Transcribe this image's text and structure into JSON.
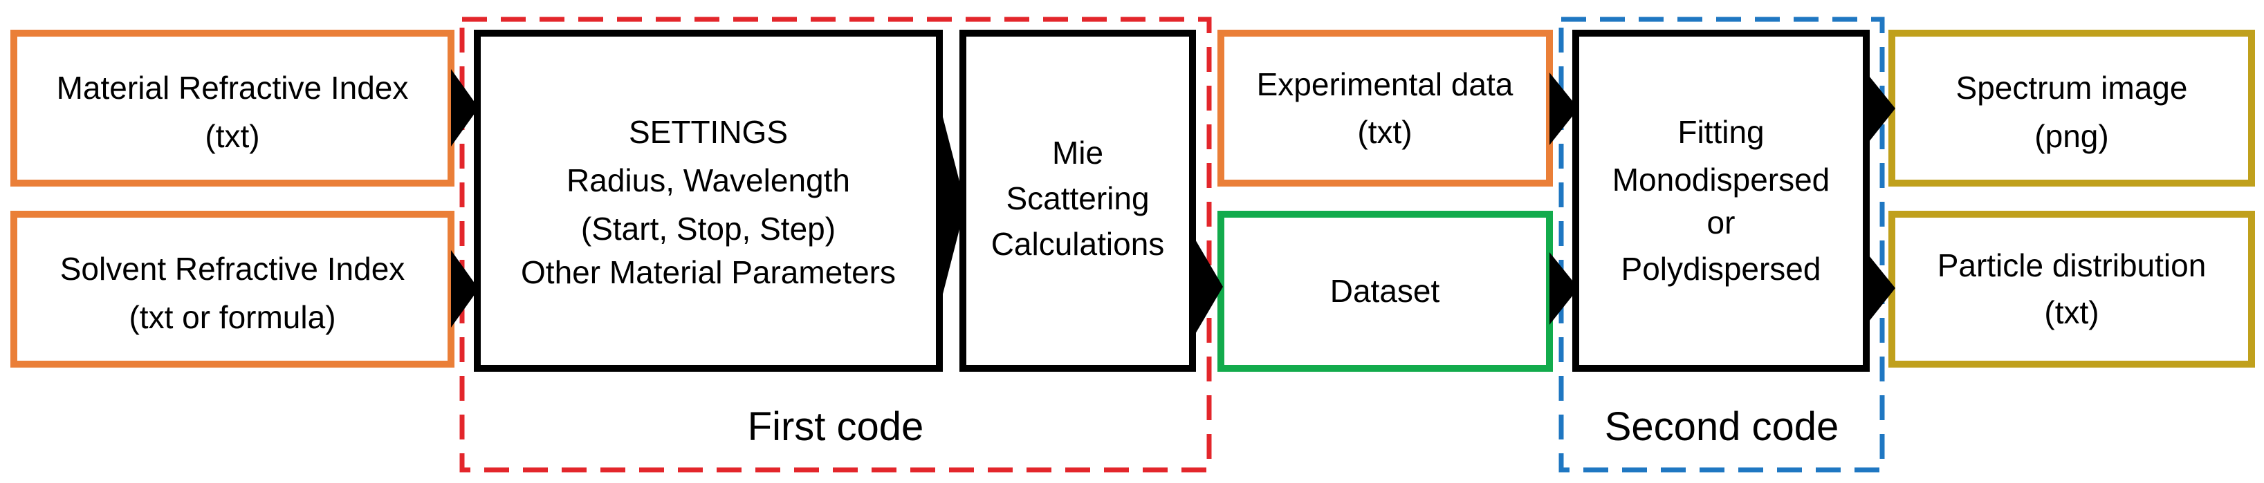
{
  "colors": {
    "input": "#ea7f38",
    "dataset": "#12ab4c",
    "output": "#c0a01c",
    "process": "#000000",
    "first_group": "#e3262b",
    "second_group": "#1f77c2",
    "arrow": "#000000"
  },
  "boxes": {
    "material_index": {
      "line1": "Material Refractive Index",
      "line2": "(txt)"
    },
    "solvent_index": {
      "line1": "Solvent Refractive Index",
      "line2": "(txt or formula)"
    },
    "settings": {
      "line1": "SETTINGS",
      "line2": "Radius, Wavelength",
      "line3": "(Start, Stop, Step)",
      "line4": "Other Material Parameters"
    },
    "mie": {
      "line1": "Mie",
      "line2": "Scattering",
      "line3": "Calculations"
    },
    "experimental": {
      "line1": "Experimental data",
      "line2": "(txt)"
    },
    "dataset": {
      "line1": "Dataset"
    },
    "fitting": {
      "line1": "Fitting",
      "line2": "Monodispersed",
      "line3": "or",
      "line4": "Polydispersed"
    },
    "spectrum": {
      "line1": "Spectrum image",
      "line2": "(png)"
    },
    "particle": {
      "line1": "Particle distribution",
      "line2": "(txt)"
    }
  },
  "groups": {
    "first": {
      "label": "First code"
    },
    "second": {
      "label": "Second code"
    }
  }
}
